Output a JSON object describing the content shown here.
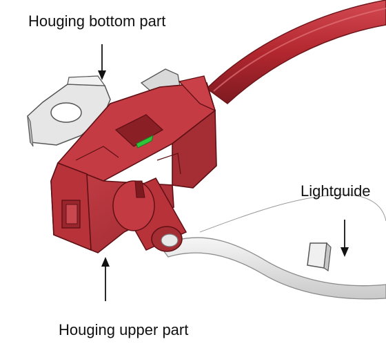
{
  "labels": {
    "housing_bottom": "Houging bottom part",
    "lightguide": "Lightguide",
    "housing_upper": "Houging upper part"
  },
  "colors": {
    "housing_red": "#b8323a",
    "cable_red": "#b3272f",
    "lightguide_grey": "#e4e4e4",
    "indicator_green": "#2fc43a",
    "arrow": "#111111"
  }
}
